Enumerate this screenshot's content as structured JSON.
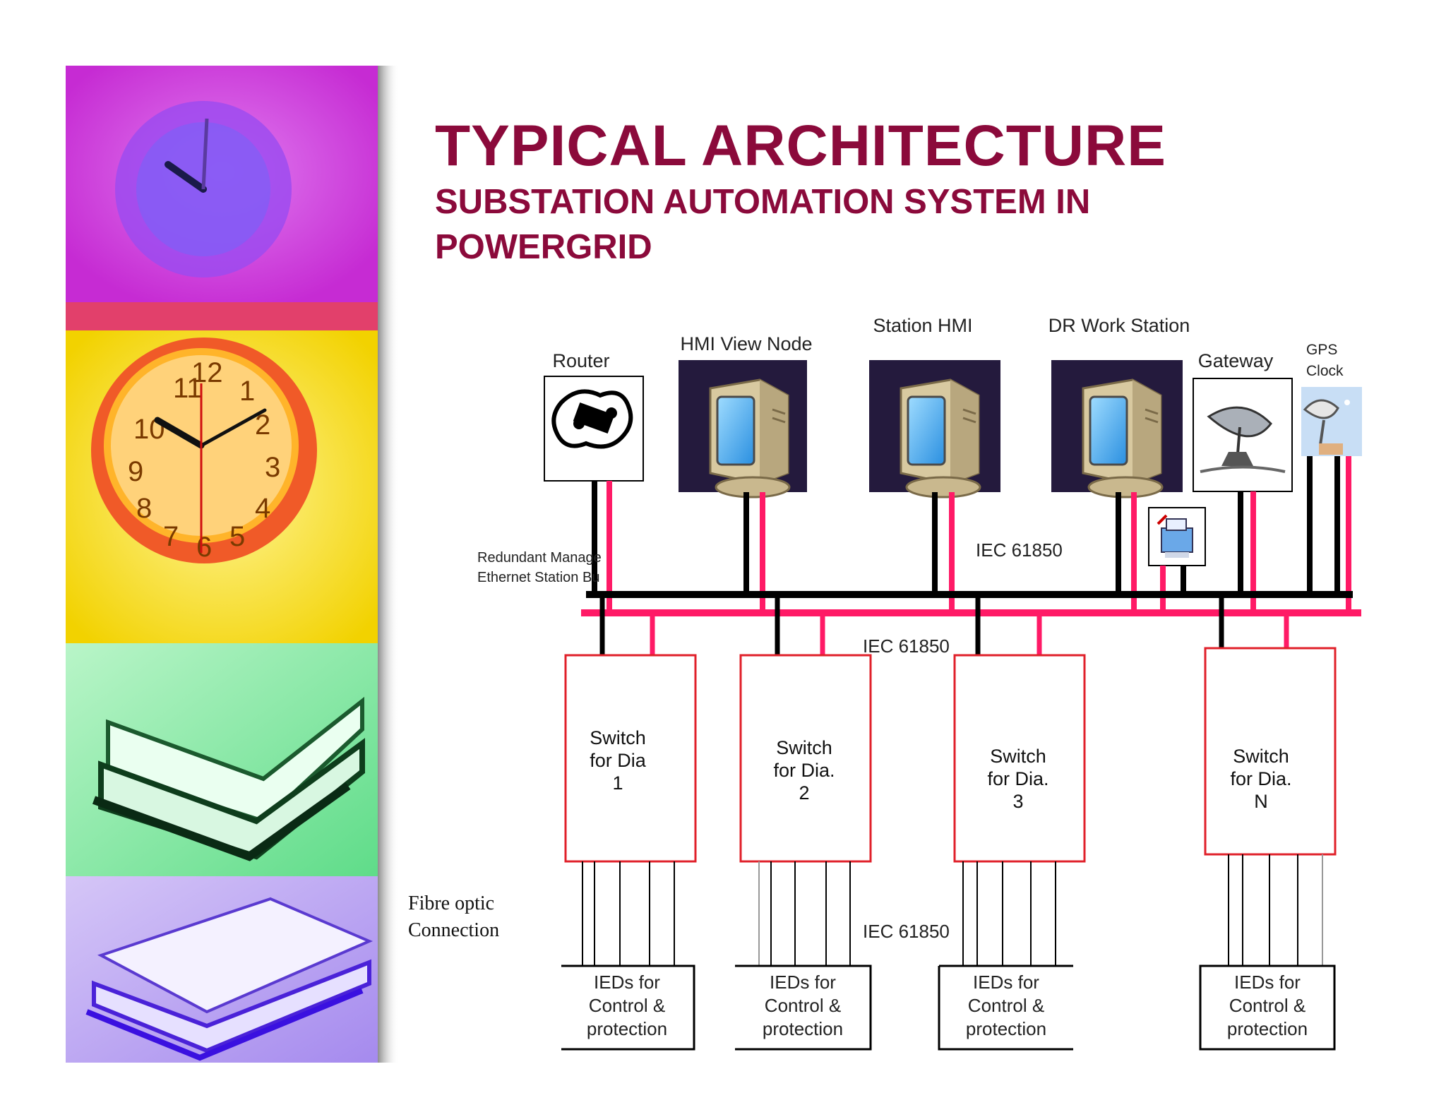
{
  "slide": {
    "title": "TYPICAL ARCHITECTURE",
    "subtitle_line1": "SUBSTATION AUTOMATION SYSTEM IN",
    "subtitle_line2": "POWERGRID"
  },
  "diagram": {
    "nodes": {
      "router": "Router",
      "hmi_view_node": "HMI View Node",
      "station_hmi": "Station HMI",
      "dr_work_station": "DR Work Station",
      "gateway": "Gateway",
      "gps_line1": "GPS",
      "gps_line2": "Clock"
    },
    "bus_label_line1": "Redundant Manage",
    "bus_label_line2": "Ethernet Station Bu",
    "protocol_label": "IEC 61850",
    "fibre_line1": "Fibre optic",
    "fibre_line2": "Connection",
    "switches": [
      {
        "line1": "Switch",
        "line2": "for Dia",
        "line3": "1"
      },
      {
        "line1": "Switch",
        "line2": "for Dia.",
        "line3": "2"
      },
      {
        "line1": "Switch",
        "line2": "for Dia.",
        "line3": "3"
      },
      {
        "line1": "Switch",
        "line2": "for Dia.",
        "line3": "N"
      }
    ],
    "ieds": {
      "line1": "IEDs for",
      "line2": "Control &",
      "line3": "protection"
    }
  },
  "colors": {
    "title": "#8b0a3b",
    "bus_black": "#000000",
    "bus_pink": "#ff1a66",
    "switch_border": "#e0202a",
    "monitor_bg": "#241a3d"
  }
}
